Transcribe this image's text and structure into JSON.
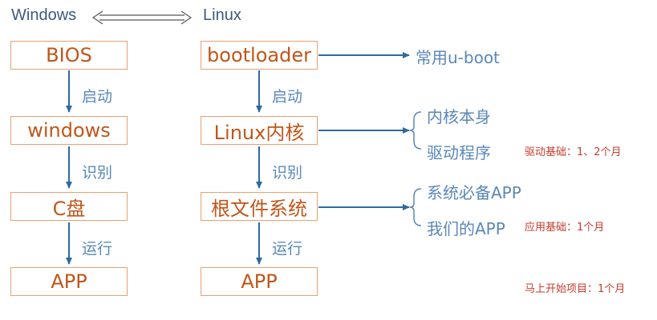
{
  "headers": {
    "left": "Windows",
    "right": "Linux"
  },
  "windows": {
    "boxes": [
      "BIOS",
      "windows",
      "C盘",
      "APP"
    ],
    "steps": [
      "启动",
      "识别",
      "运行"
    ]
  },
  "linux": {
    "boxes": [
      "bootloader",
      "Linux内核",
      "根文件系统",
      "APP"
    ],
    "steps": [
      "启动",
      "识别",
      "运行"
    ]
  },
  "notes": {
    "bootloader": "常用u-boot",
    "kernel_1": "内核本身",
    "kernel_2": "驱动程序",
    "rootfs_1": "系统必备APP",
    "rootfs_2": "我们的APP"
  },
  "annotations": {
    "driver": "驱动基础：1、2个月",
    "app": "应用基础：1个月",
    "project": "马上开始项目：1个月"
  },
  "colors": {
    "box_border": "#e8a070",
    "box_text": "#c0561a",
    "arrow": "#2e6aa0",
    "step_text": "#5a88b8",
    "annotation": "#c63b2c"
  }
}
